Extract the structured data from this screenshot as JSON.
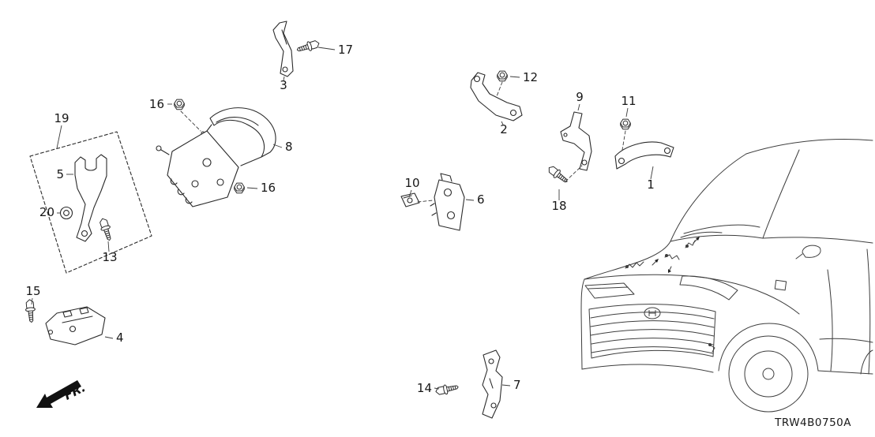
{
  "diagram": {
    "part_code": "TRW4B0750A",
    "fr_label": "FR.",
    "colors": {
      "ink": "#2b2b2b",
      "background": "#ffffff"
    },
    "callouts": [
      {
        "label": "17"
      },
      {
        "label": "3"
      },
      {
        "label": "16"
      },
      {
        "label": "12"
      },
      {
        "label": "2"
      },
      {
        "label": "9"
      },
      {
        "label": "11"
      },
      {
        "label": "19"
      },
      {
        "label": "8"
      },
      {
        "label": "5"
      },
      {
        "label": "1"
      },
      {
        "label": "16"
      },
      {
        "label": "10"
      },
      {
        "label": "6"
      },
      {
        "label": "20"
      },
      {
        "label": "18"
      },
      {
        "label": "13"
      },
      {
        "label": "15"
      },
      {
        "label": "4"
      },
      {
        "label": "14"
      },
      {
        "label": "7"
      }
    ]
  }
}
